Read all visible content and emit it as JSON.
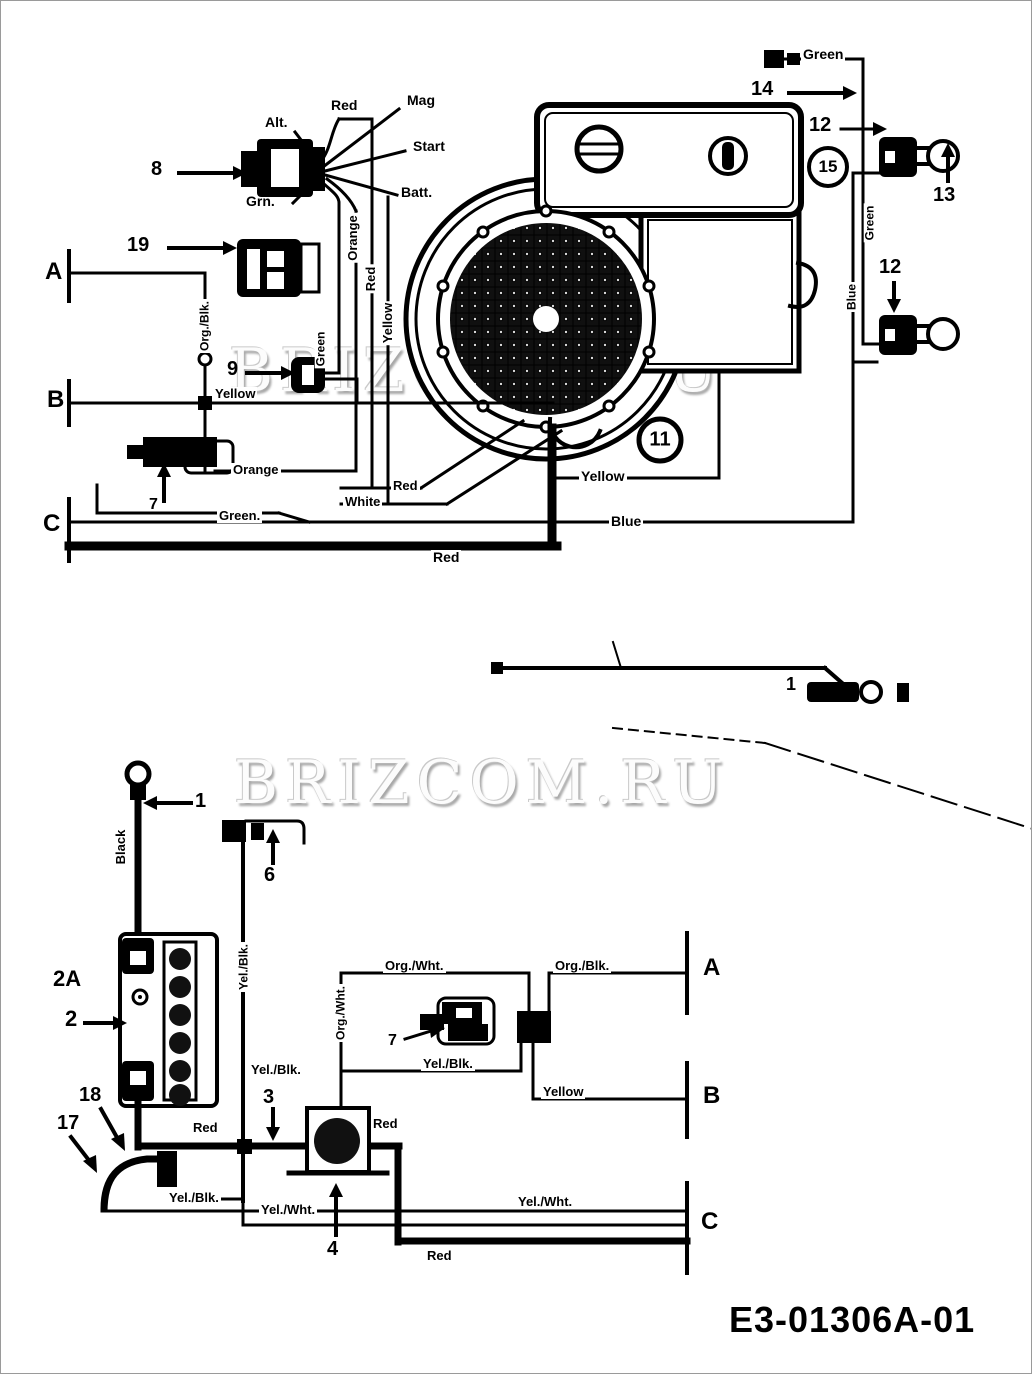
{
  "watermark": "BRIZCOM.RU",
  "code": "E3-01306A-01",
  "callouts": {
    "c1": "1",
    "c2": "2",
    "c2a": "2A",
    "c3": "3",
    "c4": "4",
    "c6": "6",
    "c7": "7",
    "c8": "8",
    "c9": "9",
    "c11": "11",
    "c12": "12",
    "c13": "13",
    "c14": "14",
    "c15": "15",
    "c17": "17",
    "c18": "18",
    "c19": "19"
  },
  "rails": {
    "a": "A",
    "b": "B",
    "c": "C"
  },
  "ignition_switch": {
    "alt": "Alt.",
    "grn": "Grn.",
    "red": "Red",
    "mag": "Mag",
    "start": "Start",
    "batt": "Batt."
  },
  "wires": {
    "orange": "Orange",
    "red": "Red",
    "yellow": "Yellow",
    "green": "Green",
    "green_dot": "Green.",
    "blue": "Blue",
    "white": "White",
    "black": "Black",
    "org_blk": "Org./Blk.",
    "org_wht": "Org./Wht.",
    "yel_blk": "Yel./Blk.",
    "yel_wht": "Yel./Wht."
  }
}
